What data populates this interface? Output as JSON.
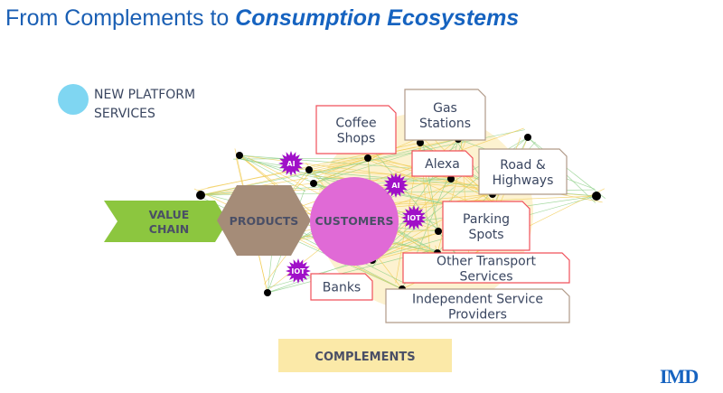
{
  "title": {
    "plain": "From Complements to ",
    "emphasis": "Consumption Ecosystems"
  },
  "legend": {
    "line1": "NEW PLATFORM",
    "line2": "SERVICES",
    "color": "#7fd6f2"
  },
  "value_chain": {
    "line1": "VALUE",
    "line2": "CHAIN",
    "color": "#8cc63f"
  },
  "products": {
    "label": "PRODUCTS",
    "color": "#a58c78"
  },
  "customers": {
    "label": "CUSTOMERS",
    "color": "#e06ad6"
  },
  "platform_services": [
    {
      "label": "AI"
    },
    {
      "label": "AI"
    },
    {
      "label": "IOT"
    },
    {
      "label": "IOT"
    }
  ],
  "complements": [
    {
      "line1": "Coffee",
      "line2": "Shops"
    },
    {
      "line1": "Gas",
      "line2": "Stations"
    },
    {
      "line1": "Alexa"
    },
    {
      "line1": "Road &",
      "line2": "Highways"
    },
    {
      "line1": "Parking",
      "line2": "Spots"
    },
    {
      "line1": "Other Transport",
      "line2": "Services"
    },
    {
      "line1": "Banks"
    },
    {
      "line1": "Independent Service",
      "line2": "Providers"
    }
  ],
  "complements_label": "COMPLEMENTS",
  "logo": "IMD",
  "colors": {
    "title": "#1a5fb4",
    "red_border": "#f0505a",
    "brown_border": "#b09a88",
    "burst": "#a010c8",
    "complement_fill": "#fbe9a8"
  }
}
